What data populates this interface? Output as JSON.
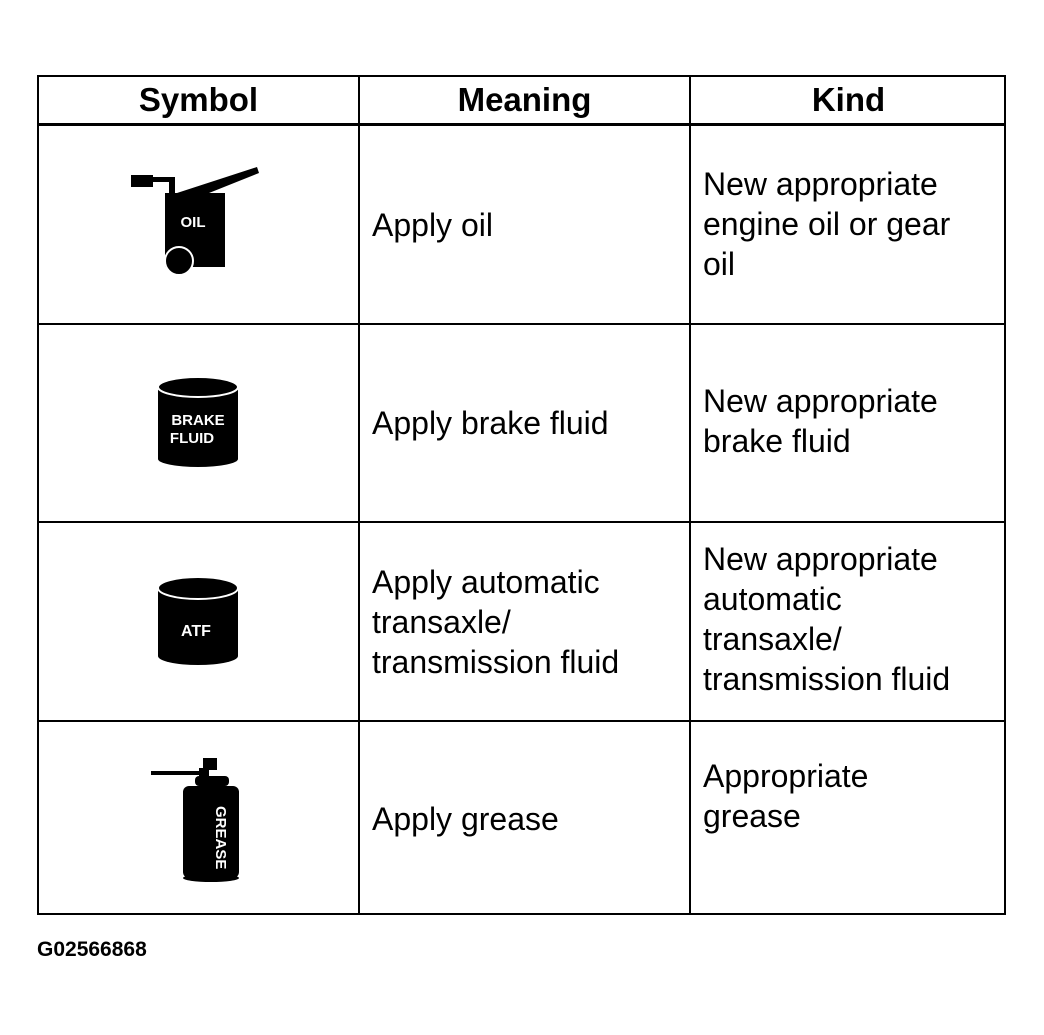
{
  "table": {
    "headers": {
      "symbol": "Symbol",
      "meaning": "Meaning",
      "kind": "Kind"
    },
    "rows": [
      {
        "icon": "oil-can-icon",
        "icon_label": "OIL",
        "meaning": "Apply oil",
        "kind": "New appropriate engine oil or gear oil"
      },
      {
        "icon": "brake-fluid-can-icon",
        "icon_label": "BRAKE FLUID",
        "meaning": "Apply brake fluid",
        "kind": "New appropriate brake fluid"
      },
      {
        "icon": "atf-can-icon",
        "icon_label": "ATF",
        "meaning": "Apply automatic transaxle/ transmission fluid",
        "kind": "New appropriate automatic transaxle/ transmission fluid"
      },
      {
        "icon": "grease-can-icon",
        "icon_label": "GREASE",
        "meaning": "Apply grease",
        "kind": "Appropriate grease"
      }
    ]
  },
  "figure_id": "G02566868"
}
